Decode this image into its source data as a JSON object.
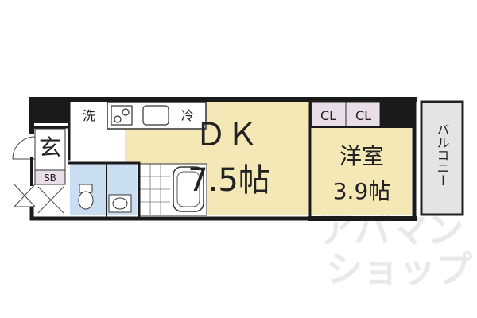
{
  "floorplan": {
    "rooms": {
      "dk": {
        "name": "ＤＫ",
        "size": "7.5帖"
      },
      "western": {
        "name": "洋室",
        "size": "3.9帖"
      },
      "entrance": "玄",
      "washer": "洗",
      "fridge": "冷",
      "shoe_box": "SB",
      "closet_1": "CL",
      "closet_2": "CL",
      "balcony": "バルコニー"
    },
    "watermark": {
      "line1": "アパマン",
      "line2": "ショップ"
    },
    "colors": {
      "dk_floor": "#f4e9b6",
      "western_floor": "#f4e9b6",
      "closet": "#e8dde9",
      "wet_area": "#c9dff1",
      "balcony": "#e4e4e4",
      "wall": "#1a1a1a"
    }
  }
}
